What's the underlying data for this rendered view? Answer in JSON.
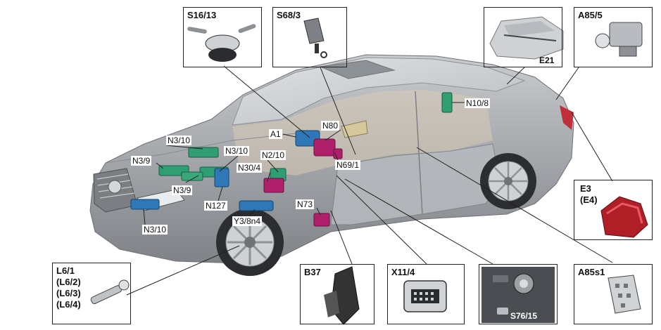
{
  "callouts": {
    "a1": "A1",
    "n80": "N80",
    "n69_1": "N69/1",
    "n10_8": "N10/8",
    "n3_10_top": "N3/10",
    "n3_9_left": "N3/9",
    "n3_10_mid": "N3/10",
    "n2_10": "N2/10",
    "n30_4": "N30/4",
    "n3_9_bottom": "N3/9",
    "n127": "N127",
    "n73": "N73",
    "y3_8n4": "Y3/8n4",
    "n3_10_bottom": "N3/10"
  },
  "boxes": {
    "s16_13": "S16/13",
    "s68_3": "S68/3",
    "e21": "E21",
    "a85_5": "A85/5",
    "e3": [
      "E3",
      "(E4)"
    ],
    "l6_1": [
      "L6/1",
      "(L6/2)",
      "(L6/3)",
      "(L6/4)"
    ],
    "b37": "B37",
    "x11_4": "X11/4",
    "s76_15": "S76/15",
    "a85s1": "A85s1"
  },
  "colors": {
    "module_green": "#2f9e72",
    "module_blue": "#2f78b8",
    "module_magenta": "#b0206a",
    "car_body": "#a9acb0",
    "glass": "#cfd3d6"
  }
}
